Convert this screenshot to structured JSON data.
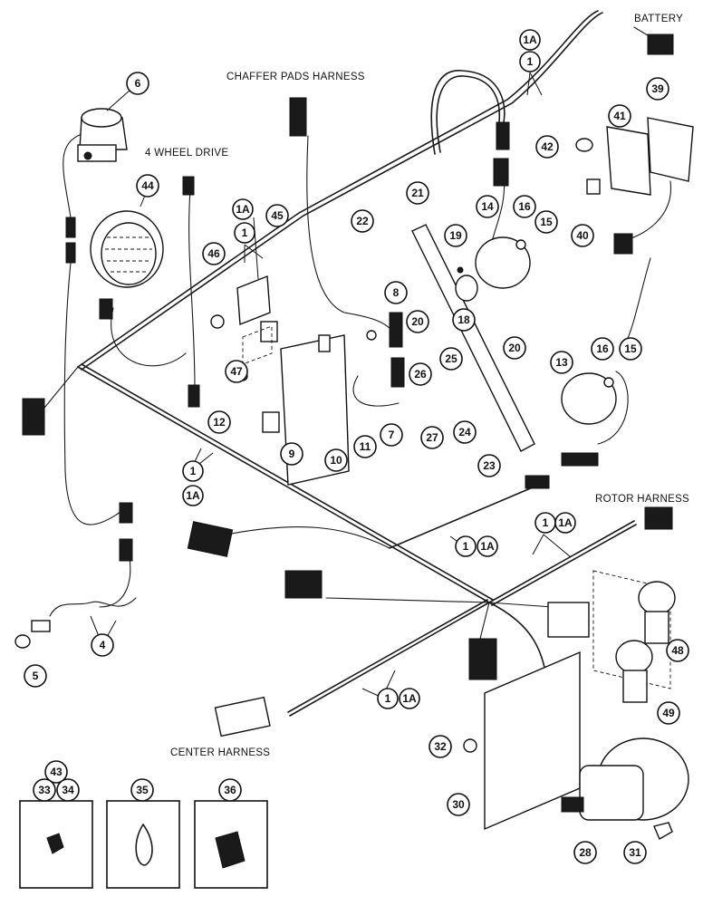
{
  "labels": {
    "battery": "BATTERY",
    "chaffer": "CHAFFER PADS HARNESS",
    "four_wd": "4 WHEEL DRIVE",
    "rotor": "ROTOR HARNESS",
    "center": "CENTER HARNESS"
  },
  "callouts": {
    "c1": "1",
    "c1a": "1A",
    "c4": "4",
    "c5": "5",
    "c6": "6",
    "c7": "7",
    "c8": "8",
    "c9": "9",
    "c10": "10",
    "c11": "11",
    "c12": "12",
    "c13": "13",
    "c14": "14",
    "c15": "15",
    "c16": "16",
    "c18": "18",
    "c19": "19",
    "c20": "20",
    "c21": "21",
    "c22": "22",
    "c23": "23",
    "c24": "24",
    "c25": "25",
    "c26": "26",
    "c27": "27",
    "c28": "28",
    "c30": "30",
    "c31": "31",
    "c32": "32",
    "c33": "33",
    "c34": "34",
    "c35": "35",
    "c36": "36",
    "c39": "39",
    "c40": "40",
    "c41": "41",
    "c42": "42",
    "c43": "43",
    "c44": "44",
    "c45": "45",
    "c46": "46",
    "c47": "47",
    "c48": "48",
    "c49": "49"
  }
}
